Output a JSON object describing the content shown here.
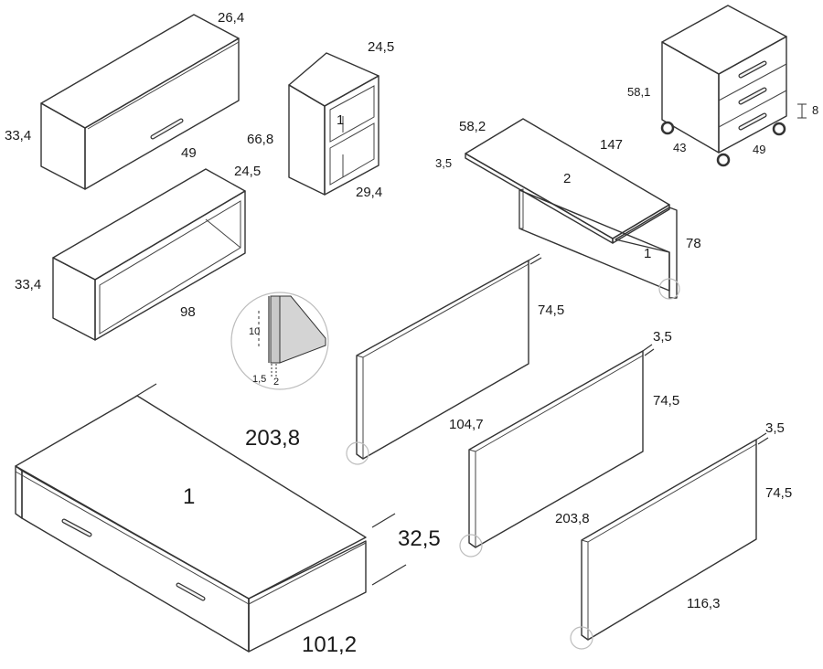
{
  "colors": {
    "panel_front": "#c9c9c9",
    "panel_top": "#dcdcdc",
    "panel_side": "#b5b5b5",
    "edge": "#333333",
    "background": "#ffffff"
  },
  "wall_cabinet": {
    "depth": "26,4",
    "height": "33,4",
    "width": "49"
  },
  "bookcase": {
    "depth": "24,5",
    "height": "66,8",
    "width": "29,4",
    "label": "1"
  },
  "open_shelf": {
    "depth": "24,5",
    "height": "33,4",
    "width": "98"
  },
  "desk": {
    "depth": "58,2",
    "thickness": "3,5",
    "width": "147",
    "height": "78",
    "top_label": "2",
    "leg_label": "1"
  },
  "drawer_unit": {
    "height": "58,1",
    "depth": "43",
    "width": "49",
    "wheel_gap": "8"
  },
  "edge_detail": {
    "edge_height": "10",
    "gap": "1,5",
    "thickness": "2"
  },
  "panel_1": {
    "height": "74,5",
    "width": "104,7"
  },
  "panel_2": {
    "thickness": "3,5",
    "height": "74,5",
    "width": "203,8"
  },
  "panel_3": {
    "thickness": "3,5",
    "height": "74,5",
    "width": "116,3"
  },
  "bed": {
    "length": "203,8",
    "label": "1",
    "height": "32,5",
    "width": "101,2"
  }
}
